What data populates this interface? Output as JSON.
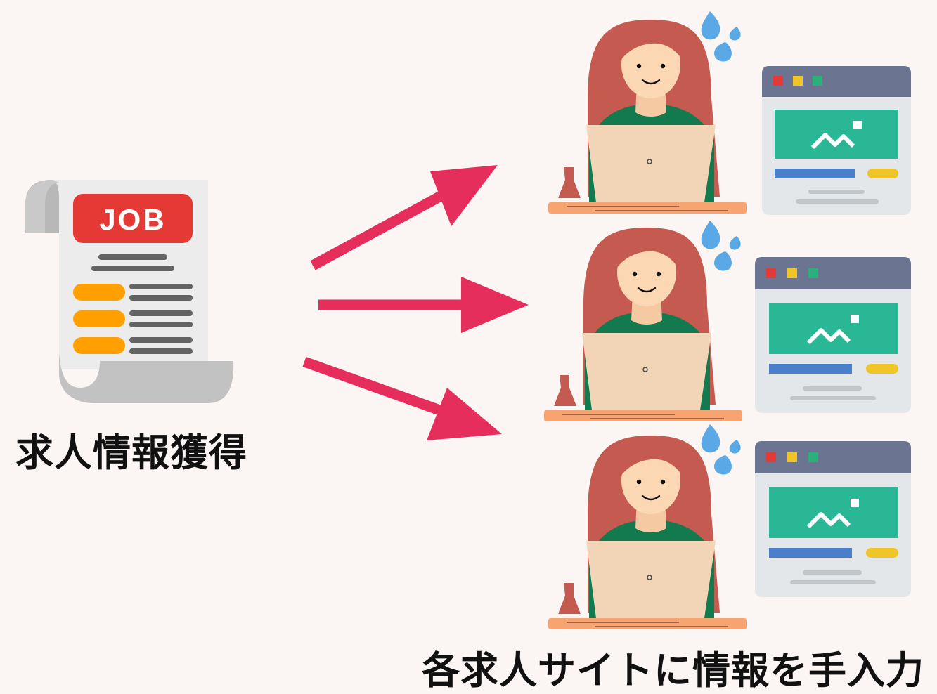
{
  "document": {
    "badge_text": "JOB",
    "caption": "求人情報獲得"
  },
  "workers": {
    "count": 3,
    "caption": "各求人サイトに情報を手入力"
  },
  "colors": {
    "background": "#fbf5f4",
    "arrow": "#e62e5c",
    "badge": "#e53935",
    "bullet": "#ffa000",
    "hair": "#c45a50",
    "shirt": "#137a4f",
    "laptop": "#f2d5b7",
    "desk": "#f7a470",
    "sweat": "#5aa9e6",
    "browser_bar": "#6b7591",
    "browser_image": "#2ab795",
    "browser_link": "#4a7fcb",
    "browser_button": "#f0c528"
  },
  "icons": {
    "document": "job-document-icon",
    "arrow": "arrow-icon",
    "worker": "stressed-worker-icon",
    "browser": "web-form-icon",
    "sweat": "sweat-drops-icon"
  }
}
